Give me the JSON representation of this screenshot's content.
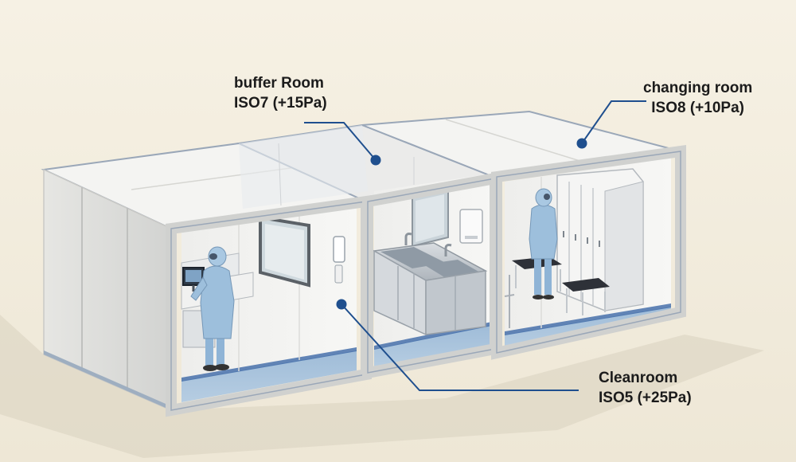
{
  "labels": {
    "buffer": {
      "name": "buffer Room",
      "spec": "ISO7 (+15Pa)"
    },
    "changing": {
      "name": "changing room",
      "spec": "ISO8 (+10Pa)"
    },
    "cleanroom": {
      "name": "Cleanroom",
      "spec": "ISO5 (+25Pa)"
    }
  },
  "colors": {
    "background": "#f6f1e4",
    "panel": "#ebebea",
    "floor": "#a7c2dc",
    "leader": "#1f4f8e",
    "suit": "#9dbfdc"
  }
}
